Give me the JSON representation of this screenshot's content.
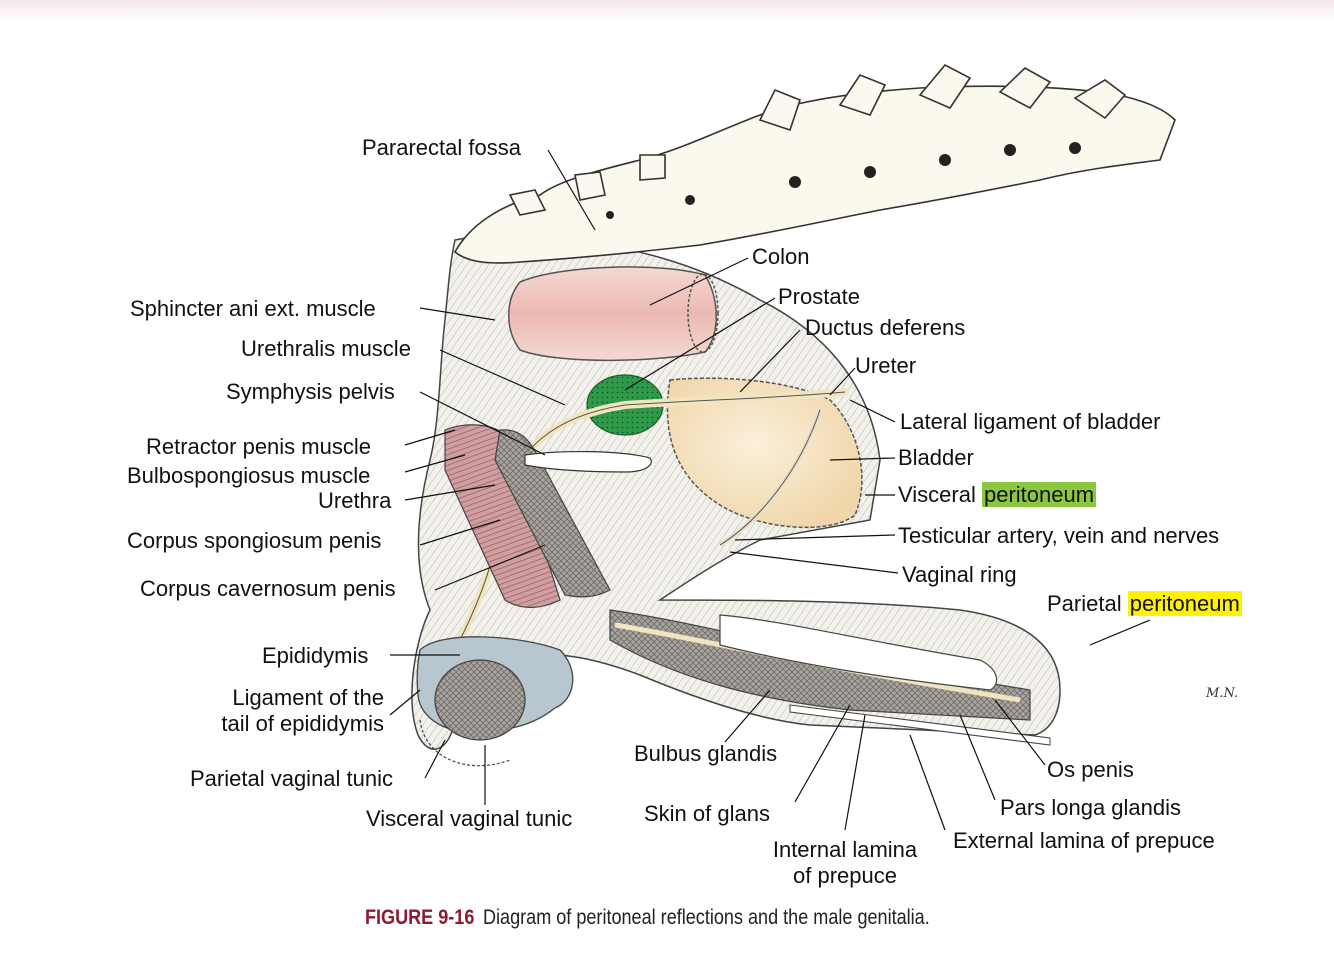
{
  "labels": {
    "pararectal_fossa": "Pararectal fossa",
    "colon": "Colon",
    "prostate": "Prostate",
    "ductus_deferens": "Ductus deferens",
    "ureter": "Ureter",
    "lateral_ligament_bladder": "Lateral ligament of bladder",
    "bladder": "Bladder",
    "visceral_prefix": "Visceral ",
    "peritoneum": "peritoneum",
    "testicular_vessels": "Testicular artery, vein and nerves",
    "vaginal_ring": "Vaginal ring",
    "parietal_prefix": "Parietal ",
    "sphincter_ani": "Sphincter ani ext. muscle",
    "urethralis": "Urethralis muscle",
    "symphysis": "Symphysis pelvis",
    "retractor_penis": "Retractor penis muscle",
    "bulbospongiosus": "Bulbospongiosus muscle",
    "urethra": "Urethra",
    "corpus_spongiosum": "Corpus spongiosum penis",
    "corpus_cavernosum": "Corpus cavernosum penis",
    "epididymis": "Epididymis",
    "ligament_tail_1": "Ligament of the",
    "ligament_tail_2": "tail of epididymis",
    "parietal_vaginal_tunic": "Parietal vaginal tunic",
    "visceral_vaginal_tunic": "Visceral vaginal tunic",
    "bulbus_glandis": "Bulbus glandis",
    "skin_of_glans": "Skin of glans",
    "internal_lamina_1": "Internal lamina",
    "internal_lamina_2": "of prepuce",
    "os_penis": "Os penis",
    "pars_longa": "Pars longa glandis",
    "external_lamina": "External lamina of prepuce"
  },
  "signature": "M.N.",
  "caption": {
    "number": "FIGURE 9-16",
    "text": "Diagram of peritoneal reflections and the male genitalia."
  },
  "colors": {
    "highlight_green": "#8dc63f",
    "highlight_yellow": "#fff200",
    "caption_number": "#8c1b2e",
    "colon_pink": "#f0c7c0",
    "bladder_cream": "#f6e3c3",
    "prostate_green": "#2f9a4a",
    "muscle_red": "#c98a8e",
    "epididymis_blue": "#b8c7cf",
    "bone": "#fbf8ee"
  }
}
